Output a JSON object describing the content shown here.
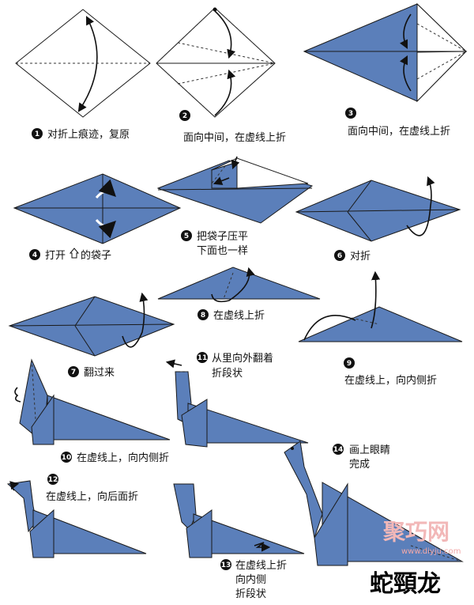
{
  "title": "蛇頸龙",
  "watermark": {
    "brand": "聚巧网",
    "url": "www.diyju.com"
  },
  "colors": {
    "paper": "#5b7fba",
    "outline": "#1a1a1a",
    "badge": "#111111",
    "background": "#ffffff"
  },
  "steps": [
    {
      "num": "1",
      "lines": [
        "对折上痕迹，复原"
      ]
    },
    {
      "num": "2",
      "lines": [
        "面向中间，在虚线上折"
      ]
    },
    {
      "num": "3",
      "lines": [
        "面向中间，在虚线上折"
      ]
    },
    {
      "num": "4",
      "lines": [
        "打开",
        "的袋子"
      ],
      "icon": "house-arrow-icon"
    },
    {
      "num": "5",
      "lines": [
        "把袋子压平",
        "下面也一样"
      ]
    },
    {
      "num": "6",
      "lines": [
        "对折"
      ]
    },
    {
      "num": "7",
      "lines": [
        "翻过来"
      ]
    },
    {
      "num": "8",
      "lines": [
        "在虚线上折"
      ]
    },
    {
      "num": "9",
      "lines": [
        "在虚线上，向内侧折"
      ]
    },
    {
      "num": "10",
      "lines": [
        "在虚线上，向内侧折"
      ]
    },
    {
      "num": "11",
      "lines": [
        "从里向外翻着",
        "折段状"
      ]
    },
    {
      "num": "12",
      "lines": [
        "在虚线上，向后面折"
      ]
    },
    {
      "num": "13",
      "lines": [
        "在虚线上折",
        "向内侧",
        "折段状"
      ]
    },
    {
      "num": "14",
      "lines": [
        "画上眼睛",
        "完成"
      ]
    }
  ]
}
